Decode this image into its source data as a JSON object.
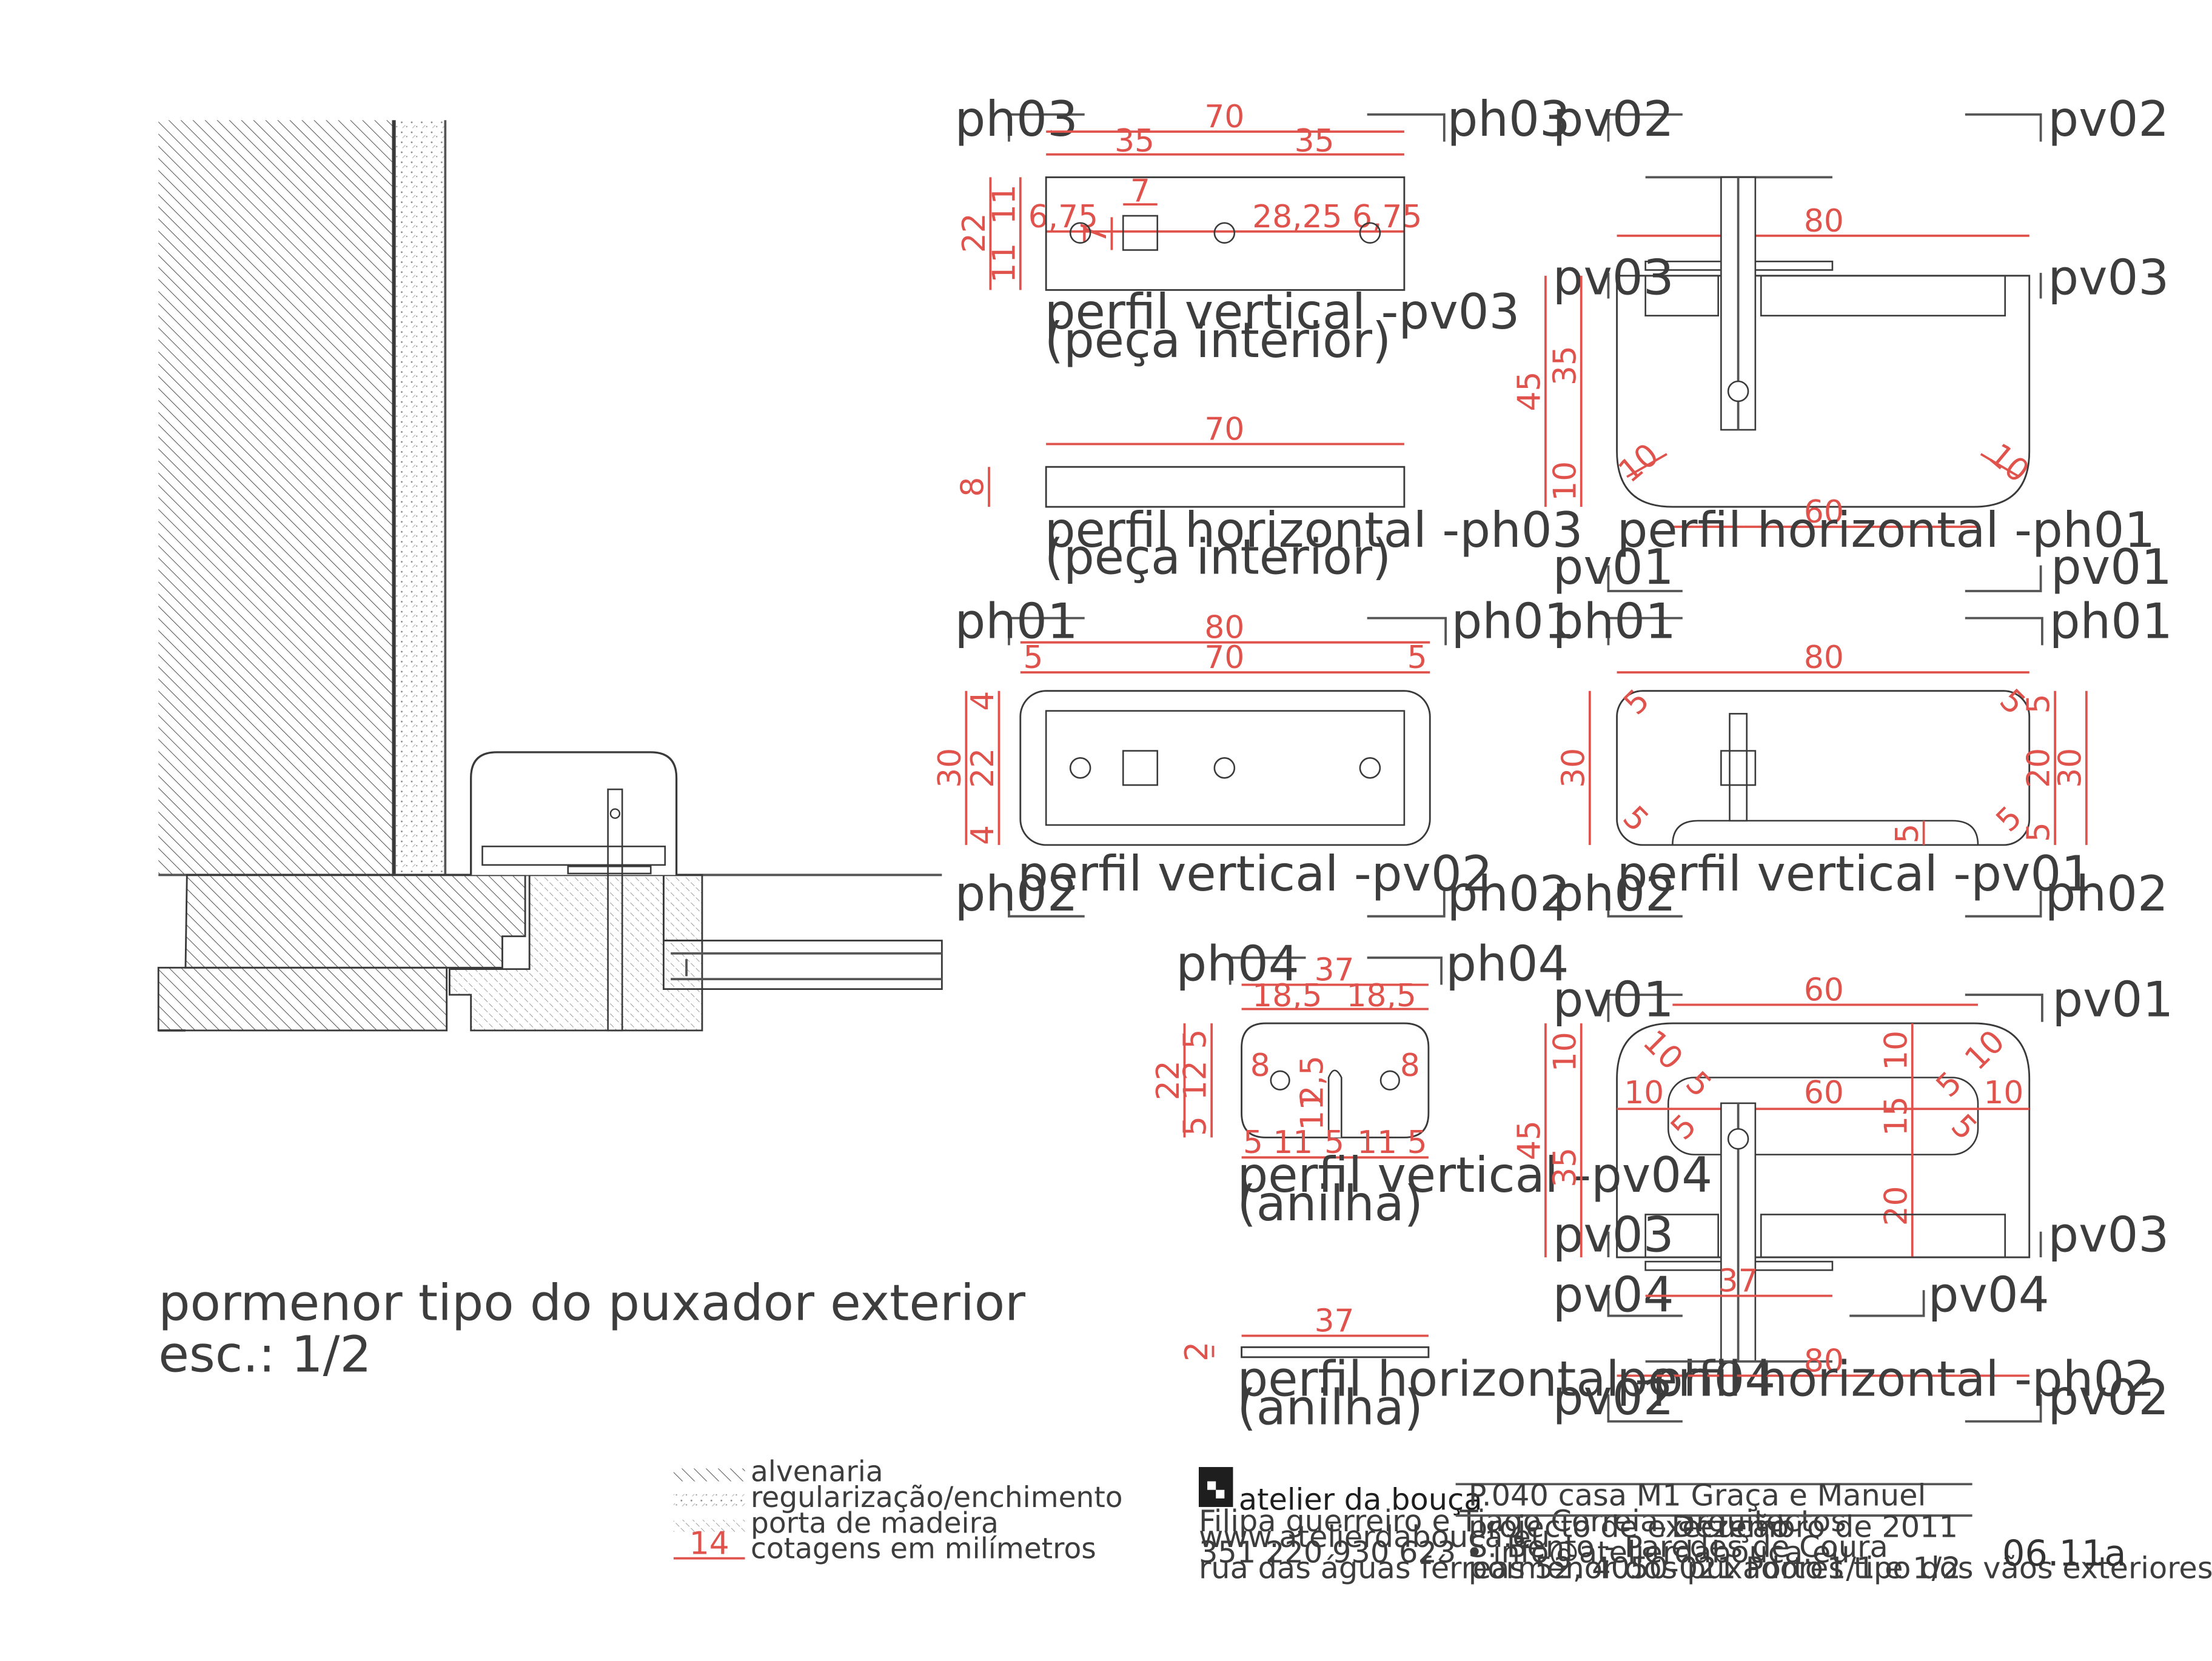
{
  "main": {
    "title": "pormenor tipo do puxador exterior",
    "scale": "esc.: 1/2"
  },
  "section_marks": {
    "ph03": "ph03",
    "ph01": "ph01",
    "ph02": "ph02",
    "ph04": "ph04",
    "pv01": "pv01",
    "pv02": "pv02",
    "pv03": "pv03",
    "pv04": "pv04"
  },
  "views": {
    "pv03": {
      "l1": "perfil vertical -pv03",
      "l2": "(peça interior)"
    },
    "ph03": {
      "l1": "perfil horizontal -ph03",
      "l2": "(peça interior)"
    },
    "pv02": {
      "l1": "perfil vertical -pv02"
    },
    "pv01": {
      "l1": "perfil vertical -pv01"
    },
    "ph01": {
      "l1": "perfil horizontal -ph01"
    },
    "pv04": {
      "l1": "perfil vertical -pv04",
      "l2": "(anilha)"
    },
    "ph04": {
      "l1": "perfil horizontal -ph04",
      "l2": "(anilha)"
    },
    "ph02": {
      "l1": "perfil horizontal -ph02"
    }
  },
  "dims": {
    "d70": "70",
    "d35": "35",
    "d7": "7",
    "d22": "22",
    "d11": "11",
    "d675": "6,75",
    "d2825": "28,25",
    "d8": "8",
    "d80": "80",
    "d5": "5",
    "d30": "30",
    "d4": "4",
    "d45": "45",
    "d10": "10",
    "d60": "60",
    "d20": "20",
    "d15": "15",
    "d37": "37",
    "d185": "18,5",
    "d12": "12",
    "d25": "2,5",
    "d2": "2",
    "d14": "14"
  },
  "legend": [
    {
      "label": "alvenaria"
    },
    {
      "label": "regularização/enchimento"
    },
    {
      "label": "porta de madeira"
    },
    {
      "label": "cotagens em milímetros"
    }
  ],
  "title_block": {
    "firm": "atelier da bouça",
    "architects": "Filipa guerreiro e Tiago Correia, arquitectos",
    "website": "www.atelierdabouca.eu",
    "contact": "351 220 930 623 • info@atelierdabouca.eu",
    "address": "rua das águas férreas 52, 4050-021 Porto",
    "project": "P.040 casa M1 Graça e Manuel",
    "phase": "projecto de execução",
    "date": "Dezembro de 2011",
    "location": "S. Bento - Paredes de Coura",
    "description": "pormenor dos puxadores tipo dos vãos exteriores",
    "scale": "1/1 e 1/2",
    "sheet": "06.11a"
  },
  "colors": {
    "dimension": "#e0524c",
    "line": "#3a3a3a"
  }
}
